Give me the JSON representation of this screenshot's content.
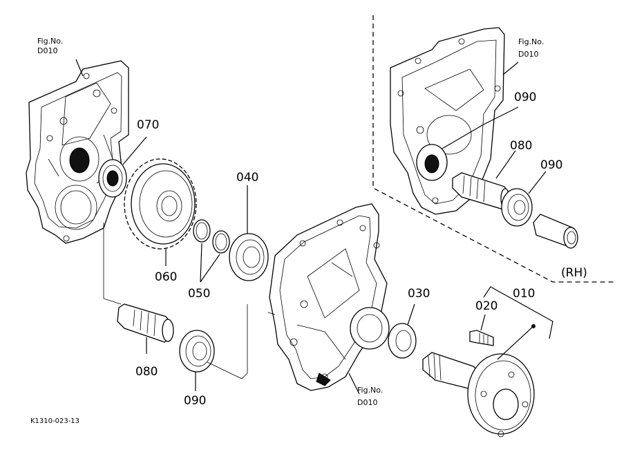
{
  "figure_ref": {
    "top_left": [
      "Fig.No.",
      "D010"
    ],
    "top_right": [
      "Fig.No.",
      "D010"
    ],
    "bottom_center": [
      "Fig.No.",
      "D010"
    ]
  },
  "rh_label": "(RH)",
  "code": "K1310-023-13",
  "callouts": {
    "p010": "010",
    "p020": "020",
    "p030": "030",
    "p040": "040",
    "p050": "050",
    "p060": "060",
    "p070": "070",
    "p080_left": "080",
    "p090_left": "090",
    "p080_rh": "080",
    "p090_rh_upper": "090",
    "p090_rh_lower": "090"
  }
}
